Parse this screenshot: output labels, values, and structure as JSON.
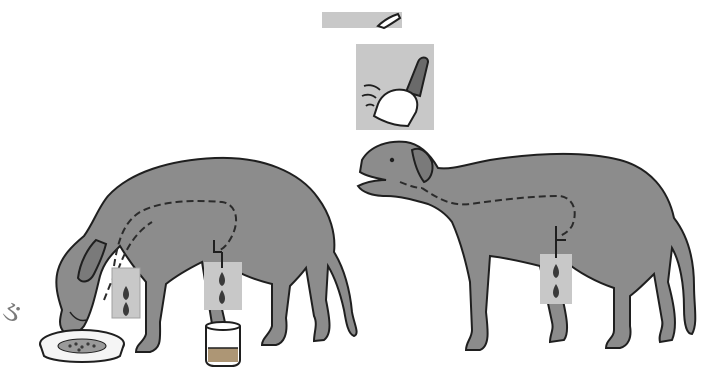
{
  "diagram": {
    "edge_glyph": "ઙ",
    "panels": [
      {
        "name": "feeding-dog",
        "contents": [
          "dog-eating",
          "food-dish",
          "saliva-tube",
          "saliva-drops",
          "beaker"
        ]
      },
      {
        "name": "bell-dog",
        "contents": [
          "bell-partial",
          "bell-ringing",
          "dog-standing",
          "saliva-tube",
          "saliva-drops"
        ]
      }
    ]
  },
  "colors": {
    "background": "#ffffff",
    "dog_fill": "#8c8c8c",
    "outline": "#1f1f1f",
    "inset_gray": "#c8c8c8",
    "tube": "#2b2b2b",
    "liquid": "#8a6a3a"
  },
  "icons": {
    "bell": "bell-icon",
    "drop": "droplet-icon",
    "beaker": "beaker-icon",
    "dish": "food-dish-icon"
  }
}
